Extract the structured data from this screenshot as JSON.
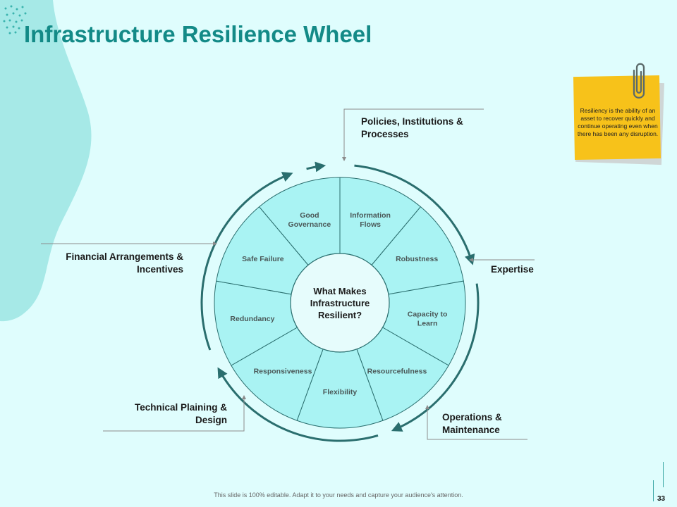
{
  "title": "Infrastructure Resilience Wheel",
  "center_label": "What Makes Infrastructure Resilient?",
  "segments": [
    {
      "label": "Information Flows"
    },
    {
      "label": "Robustness"
    },
    {
      "label": "Capacity to Learn"
    },
    {
      "label": "Resourcefulness"
    },
    {
      "label": "Flexibility"
    },
    {
      "label": "Responsiveness"
    },
    {
      "label": "Redundancy"
    },
    {
      "label": "Safe Failure"
    },
    {
      "label": "Good Governance"
    }
  ],
  "external_labels": {
    "policies": "Policies, Institutions & Processes",
    "financial": "Financial Arrangements & Incentives",
    "expertise": "Expertise",
    "technical": "Technical Plaining & Design",
    "operations": "Operations & Maintenance"
  },
  "note": {
    "text": "Resiliency is the ability of an asset to recover quickly and continue operating even when there has been any disruption."
  },
  "footer": {
    "text": "This slide is 100% editable. Adapt it to your needs and capture your audience's attention.",
    "page_number": "33"
  },
  "colors": {
    "title": "#138a87",
    "accent": "#2a6e6e",
    "segment_fill": "#a9f3f3",
    "background": "#dffdfd",
    "note": "#f7c21a"
  }
}
